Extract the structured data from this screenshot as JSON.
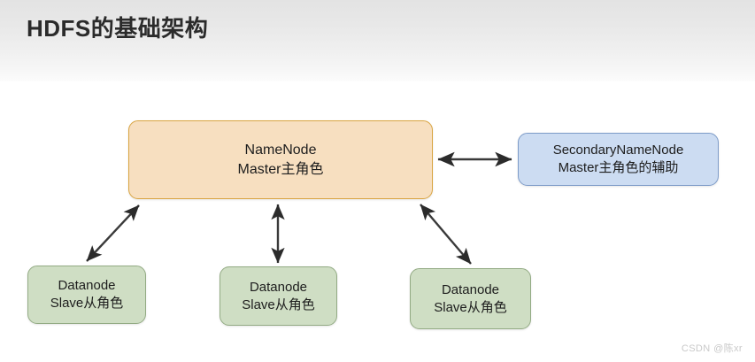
{
  "header": {
    "title": "HDFS的基础架构",
    "background_from": "#e3e3e3",
    "background_to": "#fcfcfc"
  },
  "diagram": {
    "type": "architecture-block-diagram",
    "nodes": [
      {
        "id": "namenode",
        "line1": "NameNode",
        "line2": "Master主角色",
        "fill": "#f7dfc0",
        "border": "#d9a441",
        "role": "master"
      },
      {
        "id": "secondarynamenode",
        "line1": "SecondaryNameNode",
        "line2": "Master主角色的辅助",
        "fill": "#ccdcf2",
        "border": "#7d9bc8",
        "role": "master-assistant"
      },
      {
        "id": "datanode-1",
        "line1": "Datanode",
        "line2": "Slave从角色",
        "fill": "#cfdec4",
        "border": "#93ab84",
        "role": "slave"
      },
      {
        "id": "datanode-2",
        "line1": "Datanode",
        "line2": "Slave从角色",
        "fill": "#cfdec4",
        "border": "#93ab84",
        "role": "slave"
      },
      {
        "id": "datanode-3",
        "line1": "Datanode",
        "line2": "Slave从角色",
        "fill": "#cfdec4",
        "border": "#93ab84",
        "role": "slave"
      }
    ],
    "connectors": [
      {
        "id": "namenode-secondarynamenode",
        "from": "namenode",
        "to": "secondarynamenode",
        "style": "double-arrow",
        "color": "#333333"
      },
      {
        "id": "namenode-datanode-1",
        "from": "namenode",
        "to": "datanode-1",
        "style": "double-arrow",
        "color": "#333333"
      },
      {
        "id": "namenode-datanode-2",
        "from": "namenode",
        "to": "datanode-2",
        "style": "double-arrow",
        "color": "#333333"
      },
      {
        "id": "namenode-datanode-3",
        "from": "namenode",
        "to": "datanode-3",
        "style": "double-arrow",
        "color": "#333333"
      }
    ]
  },
  "watermark": {
    "text": "CSDN @陈xr"
  }
}
